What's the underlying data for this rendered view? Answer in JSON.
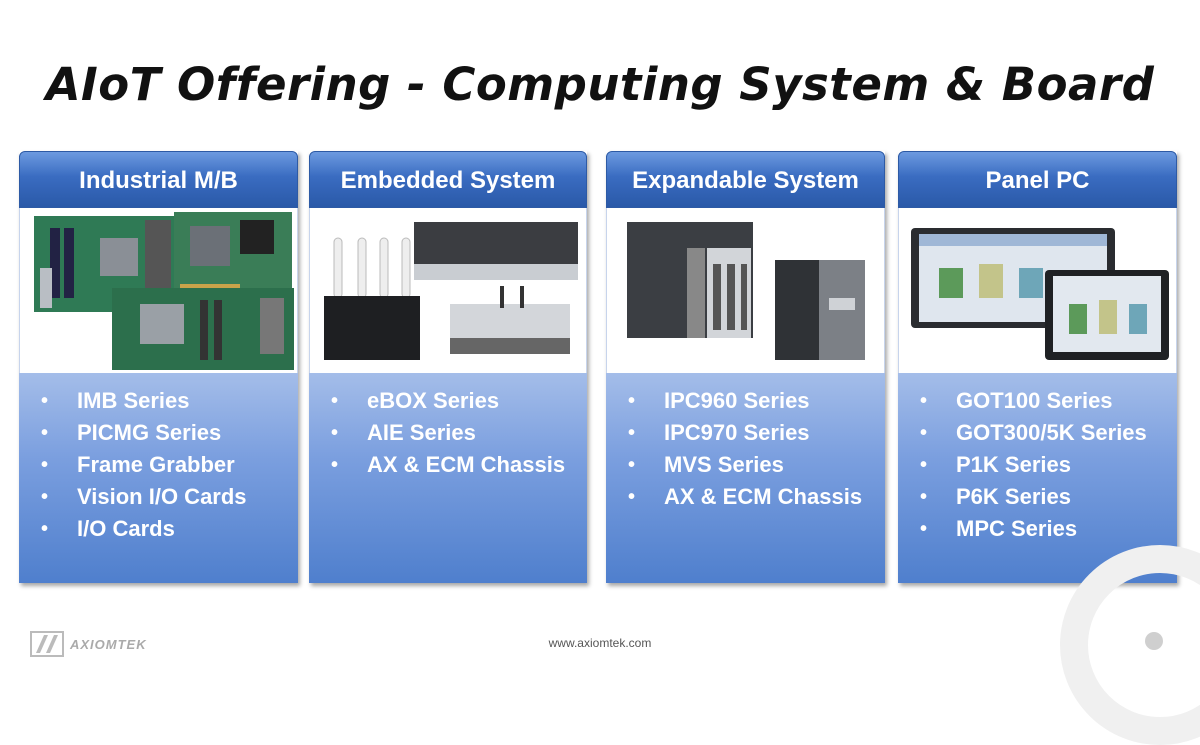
{
  "title": "AIoT Offering - Computing System & Board",
  "columns": [
    {
      "header": "Industrial M/B",
      "image": "motherboard-photos",
      "items": [
        "IMB Series",
        "PICMG Series",
        "Frame Grabber",
        "Vision I/O Cards",
        "I/O Cards"
      ]
    },
    {
      "header": "Embedded System",
      "image": "embedded-box-photos",
      "items": [
        "eBOX Series",
        "AIE Series",
        "AX & ECM Chassis"
      ]
    },
    {
      "header": "Expandable System",
      "image": "expandable-system-photos",
      "items": [
        "IPC960 Series",
        "IPC970 Series",
        "MVS Series",
        "AX & ECM Chassis"
      ]
    },
    {
      "header": "Panel PC",
      "image": "panel-pc-photos",
      "items": [
        "GOT100 Series",
        "GOT300/5K Series",
        "P1K  Series",
        "P6K Series",
        "MPC Series"
      ]
    }
  ],
  "footer": {
    "url": "www.axiomtek.com",
    "logo": "AXIOMTEK"
  },
  "colors": {
    "header_blue": "#3a6cc1",
    "list_blue": "#7b9fdf",
    "board_green": "#2f7a55"
  }
}
